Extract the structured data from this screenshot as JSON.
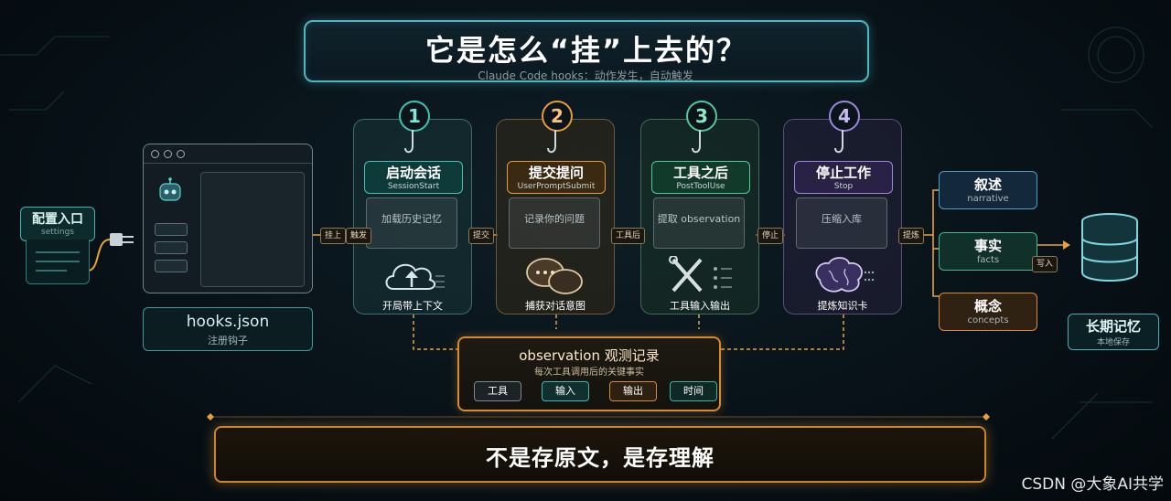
{
  "title": "它是怎么“挂”上去的？",
  "subtitle": "Claude Code hooks：动作发生，自动触发",
  "config": {
    "label": "配置入口",
    "sub": "settings"
  },
  "hooks_file": {
    "label": "hooks.json",
    "sub": "注册钩子"
  },
  "stages": [
    {
      "num": "1",
      "name": "启动会话",
      "event": "SessionStart",
      "action": "加载历史记忆",
      "caption": "开局带上下文",
      "icon": "cloud-upload-icon",
      "color": "#3fc2b2"
    },
    {
      "num": "2",
      "name": "提交提问",
      "event": "UserPromptSubmit",
      "action": "记录你的问题",
      "caption": "捕获对话意图",
      "icon": "chat-bubbles-icon",
      "color": "#e69a3c"
    },
    {
      "num": "3",
      "name": "工具之后",
      "event": "PostToolUse",
      "action": "提取 observation",
      "caption": "工具输入输出",
      "icon": "tools-icon",
      "color": "#4ec99a"
    },
    {
      "num": "4",
      "name": "停止工作",
      "event": "Stop",
      "action": "压缩入库",
      "caption": "提炼知识卡",
      "icon": "brain-icon",
      "color": "#9a86e0"
    }
  ],
  "connectors": [
    "挂上",
    "触发",
    "提交",
    "工具后",
    "停止",
    "提炼"
  ],
  "observation": {
    "title": "observation 观测记录",
    "sub": "每次工具调用后的关键事实",
    "fields": [
      "工具",
      "输入",
      "输出",
      "时间"
    ]
  },
  "memory_types": [
    {
      "cn": "叙述",
      "en": "narrative",
      "color": "#4f9ec9"
    },
    {
      "cn": "事实",
      "en": "facts",
      "color": "#45b88a"
    },
    {
      "cn": "概念",
      "en": "concepts",
      "color": "#d58a38"
    }
  ],
  "write_label": "写入",
  "long_term": {
    "label": "长期记忆",
    "sub": "本地保存"
  },
  "footer": "不是存原文，是存理解",
  "watermark": "CSDN @大象AI共学"
}
